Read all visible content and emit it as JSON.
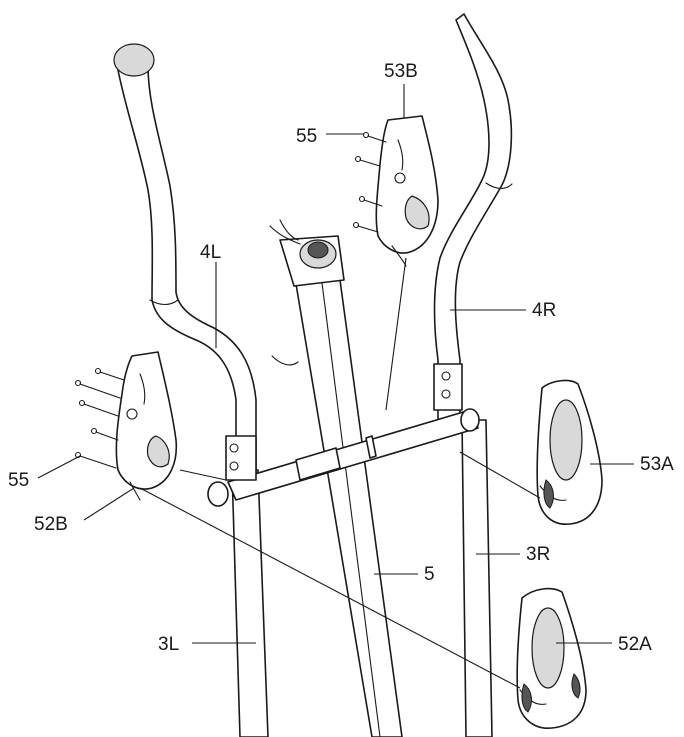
{
  "labels": {
    "p53b": "53B",
    "p55_top": "55",
    "p4l": "4L",
    "p4r": "4R",
    "p53a": "53A",
    "p55_left": "55",
    "p52b": "52B",
    "p3r": "3R",
    "p5": "5",
    "p3l": "3L",
    "p52a": "52A"
  },
  "icons": {
    "fastener": "screw-icon",
    "console_mount": "console-knob-icon"
  },
  "colors": {
    "line": "#1a1a1a",
    "background": "#ffffff",
    "shade": "#d9d9d9"
  }
}
